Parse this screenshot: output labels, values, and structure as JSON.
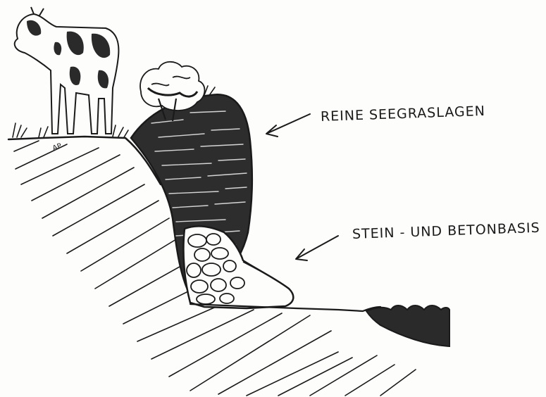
{
  "labels": {
    "seegras": "REINE SEEGRASLAGEN",
    "stein": "STEIN - UND BETONBASIS"
  },
  "signature": "AP",
  "colors": {
    "ink": "#1a1a1a",
    "paper": "#fdfdfc",
    "water": "#2a2a2a"
  }
}
